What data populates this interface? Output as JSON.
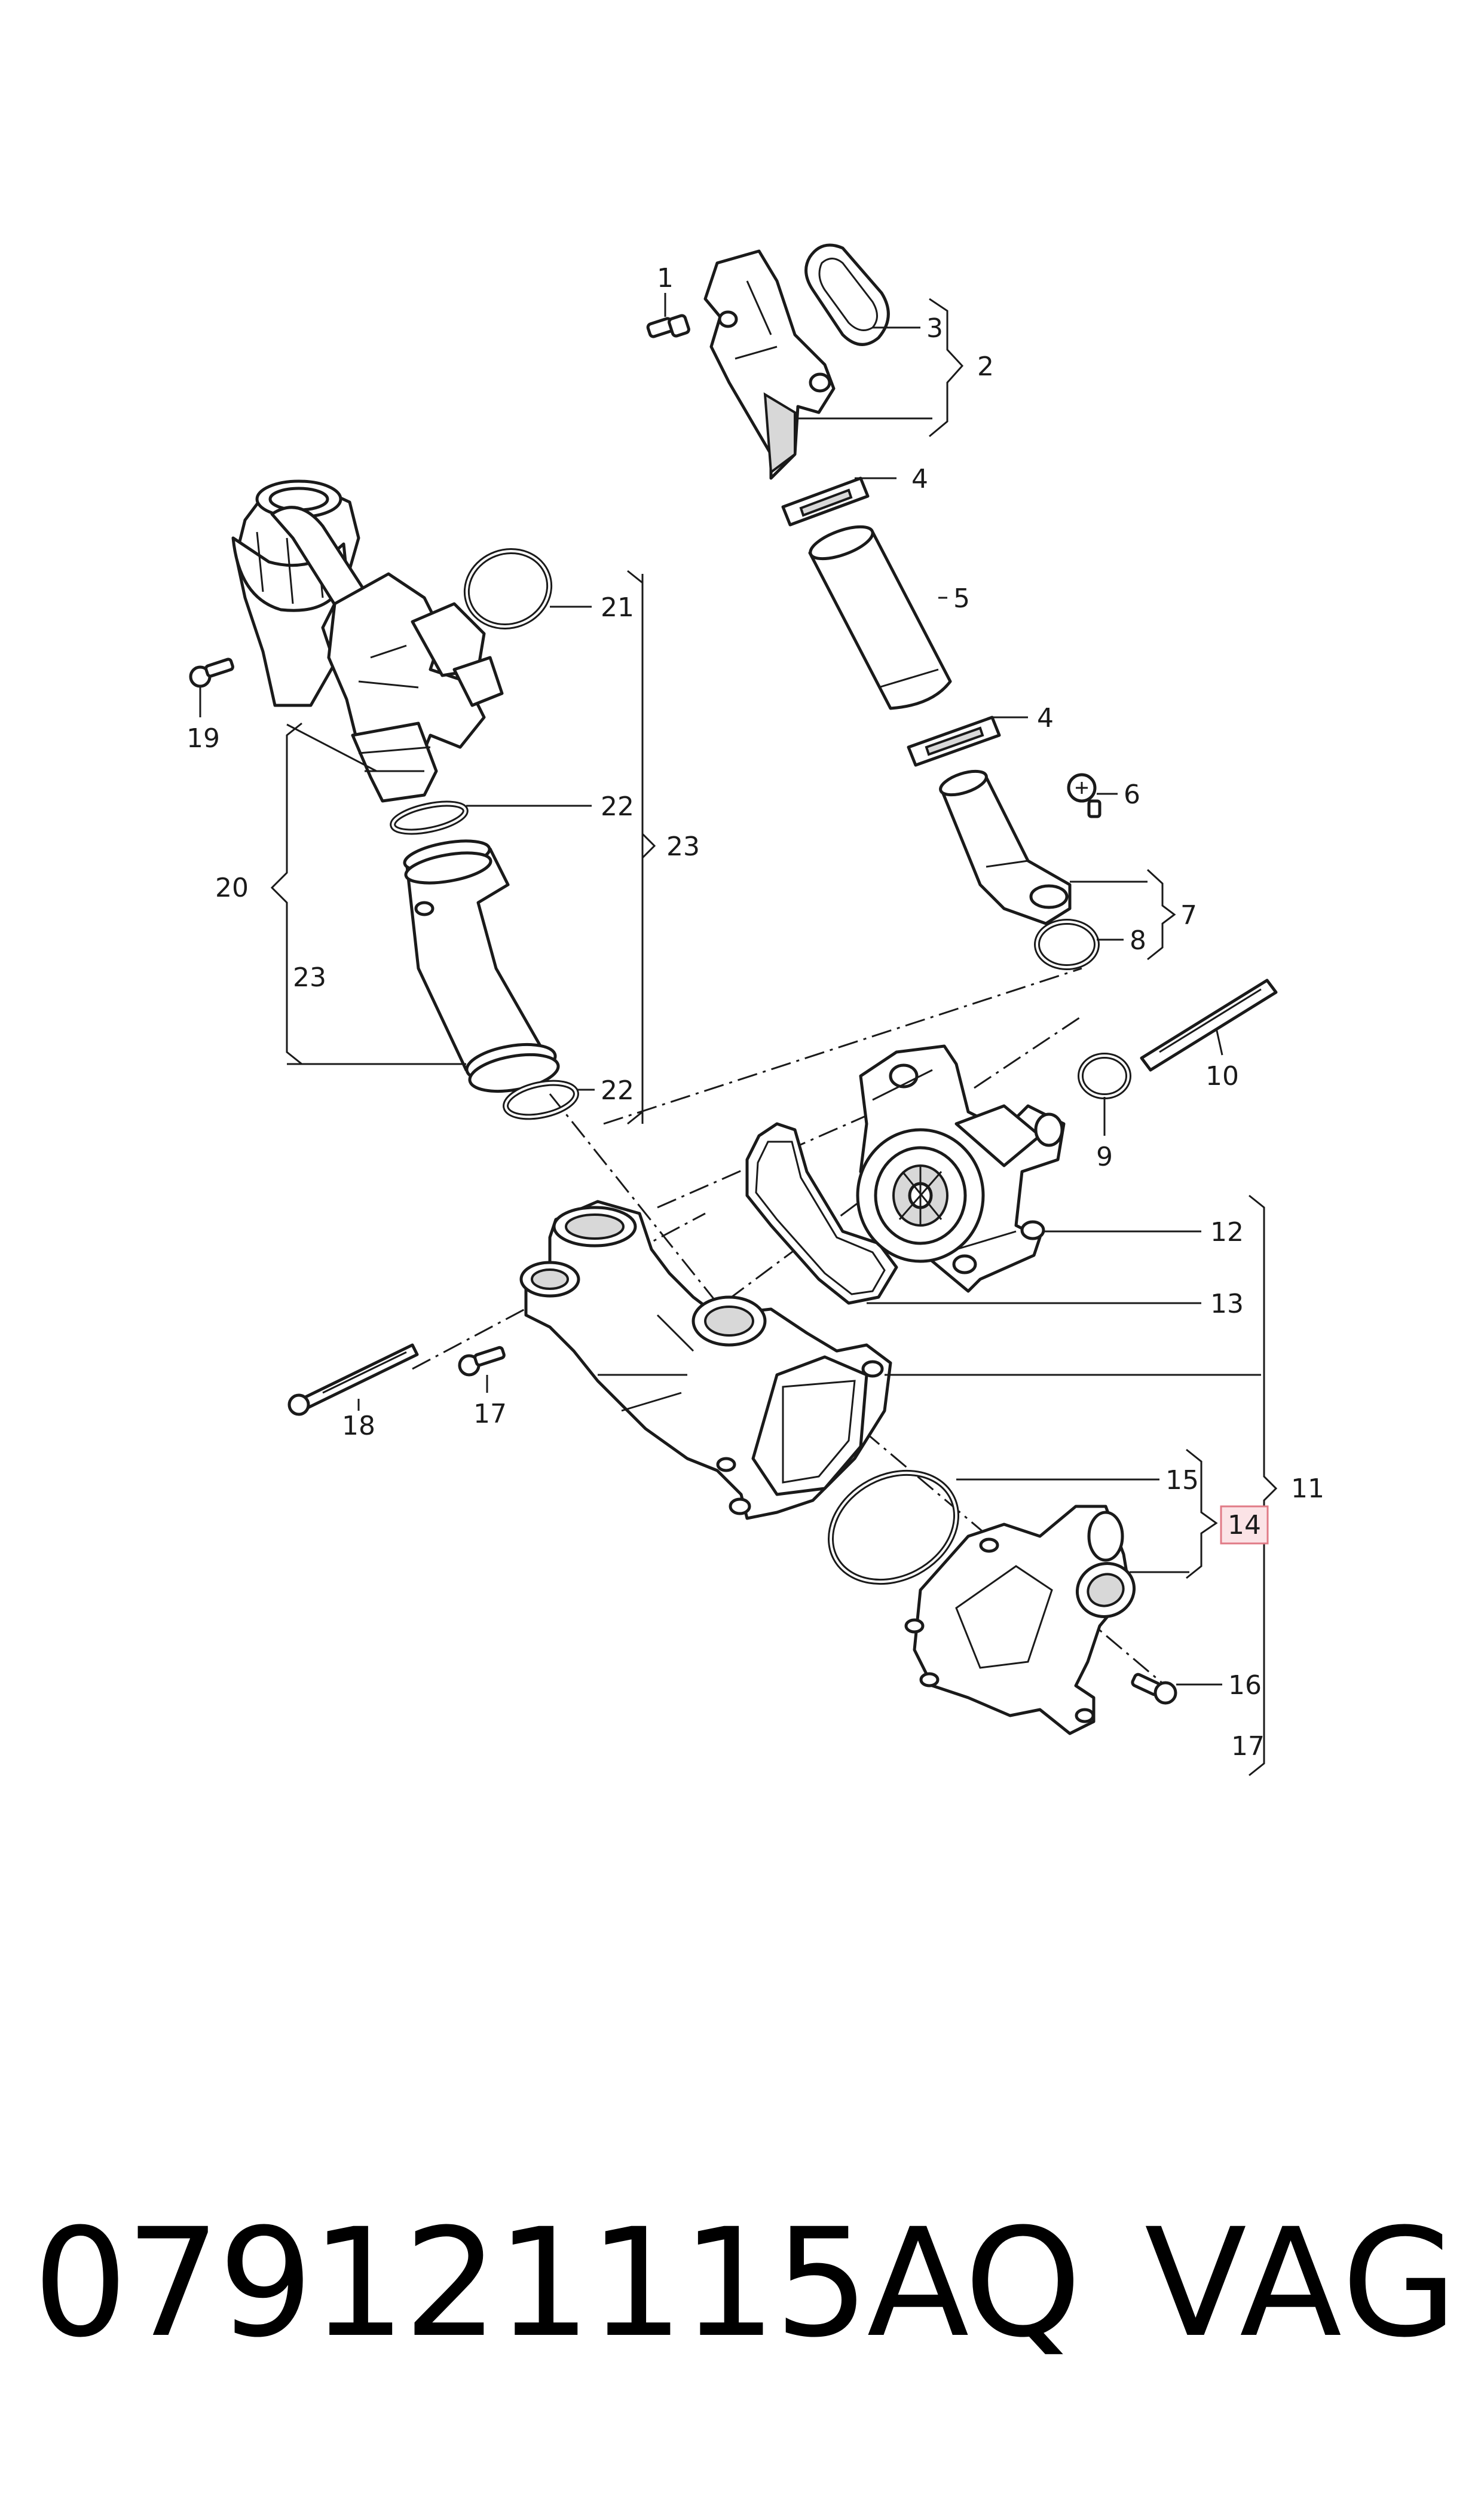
{
  "callouts": [
    {
      "id": "c1",
      "text": "1"
    },
    {
      "id": "c2",
      "text": "2"
    },
    {
      "id": "c3",
      "text": "3"
    },
    {
      "id": "c4a",
      "text": "4"
    },
    {
      "id": "c4b",
      "text": "4"
    },
    {
      "id": "c5",
      "text": "5"
    },
    {
      "id": "c6",
      "text": "6"
    },
    {
      "id": "c7",
      "text": "7"
    },
    {
      "id": "c8",
      "text": "8"
    },
    {
      "id": "c9",
      "text": "9"
    },
    {
      "id": "c10",
      "text": "10"
    },
    {
      "id": "c11",
      "text": "11"
    },
    {
      "id": "c12",
      "text": "12"
    },
    {
      "id": "c13",
      "text": "13"
    },
    {
      "id": "c14",
      "text": "14"
    },
    {
      "id": "c15",
      "text": "15"
    },
    {
      "id": "c16",
      "text": "16"
    },
    {
      "id": "c17a",
      "text": "17"
    },
    {
      "id": "c17b",
      "text": "17"
    },
    {
      "id": "c18",
      "text": "18"
    },
    {
      "id": "c19",
      "text": "19"
    },
    {
      "id": "c20",
      "text": "20"
    },
    {
      "id": "c21",
      "text": "21"
    },
    {
      "id": "c22a",
      "text": "22"
    },
    {
      "id": "c22b",
      "text": "22"
    },
    {
      "id": "c23a",
      "text": "23"
    },
    {
      "id": "c23b",
      "text": "23"
    }
  ],
  "highlighted_callout": "14",
  "highlight_color": "#e07a86",
  "footer": {
    "part_number": "079121115AQ",
    "brand": "VAG"
  }
}
